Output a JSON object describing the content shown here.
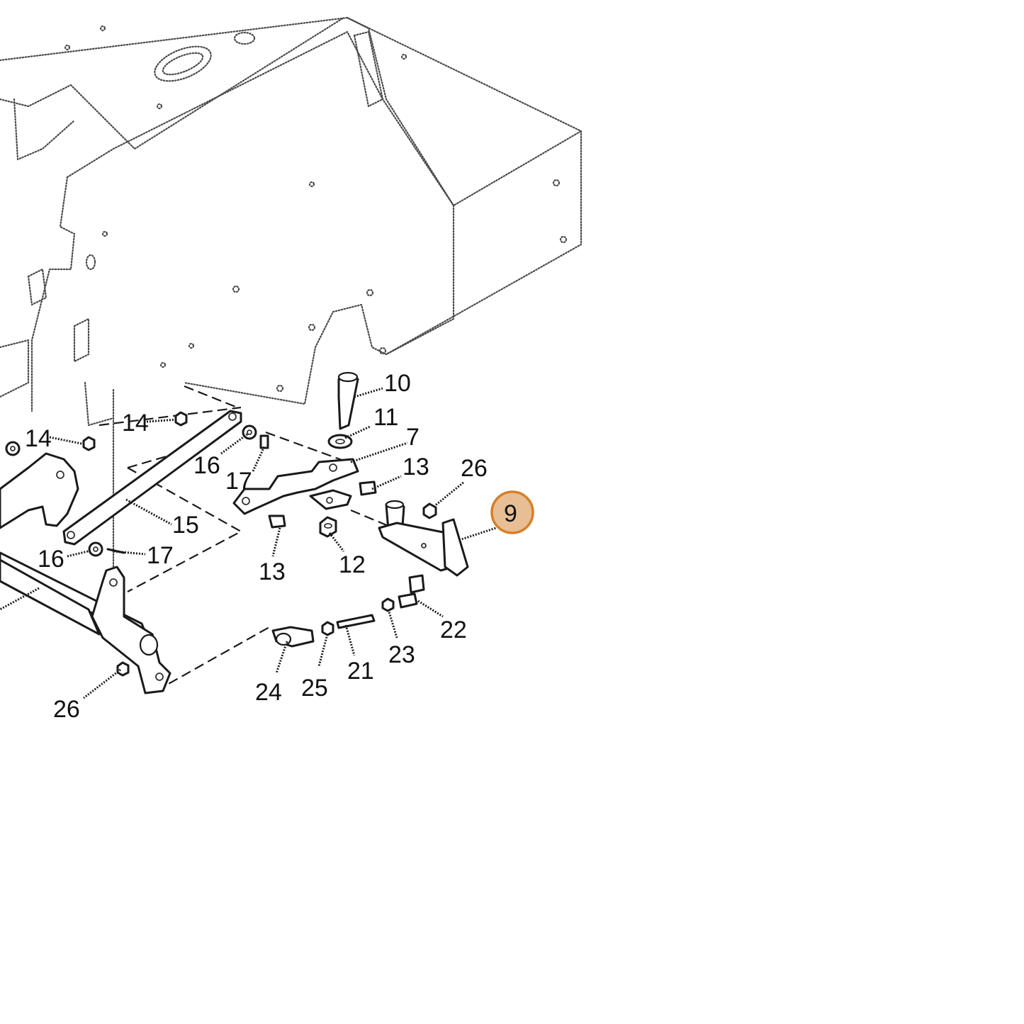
{
  "callouts": [
    {
      "id": "c10",
      "label": "10"
    },
    {
      "id": "c11",
      "label": "11"
    },
    {
      "id": "c7",
      "label": "7"
    },
    {
      "id": "c13a",
      "label": "13"
    },
    {
      "id": "c26a",
      "label": "26"
    },
    {
      "id": "c9",
      "label": "9",
      "highlighted": true
    },
    {
      "id": "c14a",
      "label": "14"
    },
    {
      "id": "c14b",
      "label": "14"
    },
    {
      "id": "c16a",
      "label": "16"
    },
    {
      "id": "c17a",
      "label": "17"
    },
    {
      "id": "c15",
      "label": "15"
    },
    {
      "id": "c16b",
      "label": "16"
    },
    {
      "id": "c17b",
      "label": "17"
    },
    {
      "id": "c13b",
      "label": "13"
    },
    {
      "id": "c12",
      "label": "12"
    },
    {
      "id": "c22",
      "label": "22"
    },
    {
      "id": "c23",
      "label": "23"
    },
    {
      "id": "c21",
      "label": "21"
    },
    {
      "id": "c25",
      "label": "25"
    },
    {
      "id": "c24",
      "label": "24"
    },
    {
      "id": "c26b",
      "label": "26"
    }
  ],
  "colors": {
    "highlight_fill": "#e8bf94",
    "highlight_stroke": "#d77f2b",
    "line": "#1a1a1a"
  }
}
